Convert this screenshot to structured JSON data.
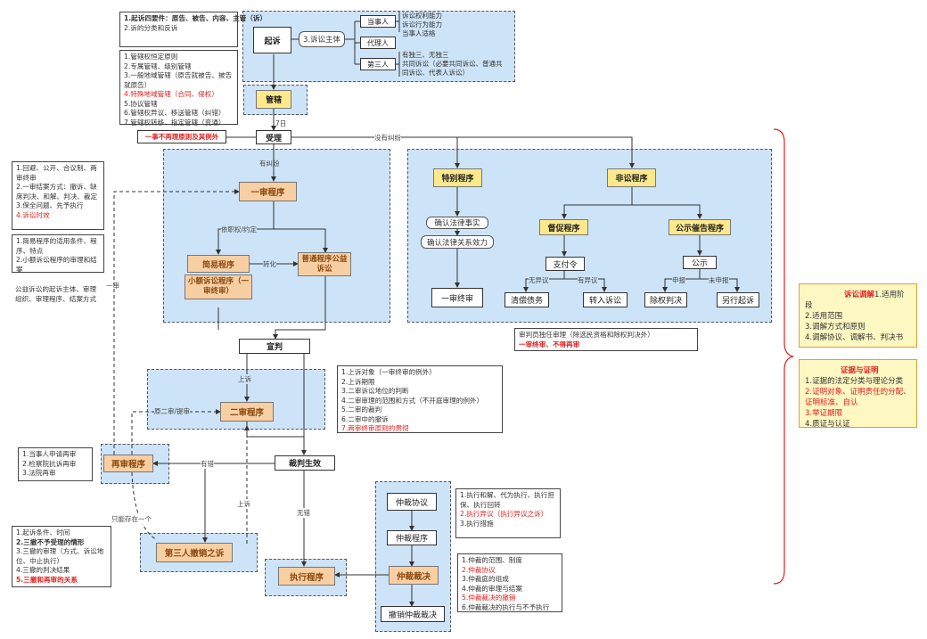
{
  "notes": {
    "n1": [
      "1.起诉四要件：原告、被告、内容、主管（诉）",
      "2.诉的分类和反诉"
    ],
    "n2": [
      "1.管辖权恒定原则",
      "2.专属管辖、级别管辖",
      "3.一般地域管辖（原告就被告、被告就原告）",
      "4.特殊地域管辖（合同、侵权）",
      "5.协议管辖",
      "6.管辖权异议、移送管辖（纠错）",
      "7.管辖权转移、指定管辖（变通）"
    ],
    "n3": [
      "1.回避、公开、合议制、两审终审",
      "2.一审结案方式：撤诉、缺席判决、和解、判决、裁定",
      "3.保全问题、先予执行",
      "4.诉讼时效"
    ],
    "n4": [
      "1.简易程序的适用条件、程序、特点",
      "2.小额诉讼程序的审理和结案"
    ],
    "n5": [
      "公益诉讼的起诉主体、审理组织、审理程序、结案方式"
    ],
    "n6": [
      "审判员独任审理（除选民资格和除权判决外）",
      "一审终审、不得再审"
    ],
    "n7": [
      "1.上诉对象（一审终审的例外）",
      "2.上诉期限",
      "3.二审诉讼地位的判断",
      "4.二审审理的范围和方式（不开庭审理的例外）",
      "5.二审的裁判",
      "6.二审中的撤诉",
      "7.两审终审原则的贯彻"
    ],
    "n8": [
      "1.当事人申请再审",
      "2.检察院抗诉再审",
      "3.法院再审"
    ],
    "n9": [
      "1.起诉条件、时间",
      "2.三撤不予受理的情形",
      "3.三撤的审理（方式、诉讼地位、中止执行）",
      "4.三撤的判决结果",
      "5.三撤和再审的关系"
    ],
    "n10": [
      "1.执行和解、代为执行、执行担保、执行回转",
      "2.执行异议（执行异议之诉）",
      "3.执行措施"
    ],
    "n11": [
      "1.仲裁的范围、制度",
      "2.仲裁协议",
      "3.仲裁庭的组成",
      "4.仲裁的审理与结案",
      "5.仲裁裁决的撤销",
      "6.仲裁裁决的执行与不予执行"
    ]
  },
  "nodes": {
    "qisu": "起诉",
    "subject": "3.诉讼主体",
    "dangshiren": "当事人",
    "dailiren": "代理人",
    "disanren": "第三人",
    "dsr_text": [
      "诉讼权利能力",
      "诉讼行为能力",
      "当事人适格"
    ],
    "dsanr_text": [
      "有独三、无独三",
      "共同诉讼（必要共同诉讼、普通共同诉讼、代表人诉讼）"
    ],
    "guanxia": "管辖",
    "shouli": "受理",
    "yishi": "一事不再理原则及其例外",
    "yishen": "一审程序",
    "jianyi": "简易程序",
    "xiaoe": "小额诉讼程序（一审终审）",
    "putong": "普通程序公益诉讼",
    "tebie": "特别程序",
    "feisong": "非讼程序",
    "querenfa": "确认法律事实",
    "querenguanxi": "确认法律关系效力",
    "yishenzhongshen": "一审终审",
    "ducu": "督促程序",
    "gongshi": "公示催告程序",
    "zhifuling": "支付令",
    "gonggao": "公示",
    "qingchang": "清偿债务",
    "zhuanru": "转入诉讼",
    "chuquan": "除权判决",
    "lingxing": "另行起诉",
    "xuanpan": "宣判",
    "ershen": "二审程序",
    "zaishen": "再审程序",
    "caipan": "裁判生效",
    "disanrenchexiao": "第三人撤销之诉",
    "zhixing": "执行程序",
    "zhongcaixieyi": "仲裁协议",
    "zhongcaichengxu": "仲裁程序",
    "zhongcaicaijue": "仲裁裁决",
    "chexiao": "撤销仲裁裁决"
  },
  "labels": {
    "qiri": "7日",
    "meiyoujiufen": "没有纠纷",
    "youjiufen": "有纠纷",
    "yizhiquan": "依职权/约定",
    "zhuanhua": "转化",
    "yishen_label": "一审",
    "shangsu1": "上诉",
    "yuanershen": "原二审/提审",
    "youcuo": "有错",
    "wucuo": "无错",
    "shangsu2": "上诉",
    "zhinengcunzai": "只能存在一个",
    "wuyiyi": "无异议",
    "youyiyi": "有异议",
    "shenbao": "申报",
    "weishenbao": "未申报"
  },
  "sidebox": {
    "b1_title": "诉讼调解",
    "b1_lines": [
      "1.适用阶段",
      "2.适用范围",
      "3.调解方式和原则",
      "4.调解协议、调解书、判决书"
    ],
    "b2_title": "证据与证明",
    "b2_lines": [
      "1.证据的法定分类与理论分类",
      "2.证明对象、证明责任的分配、证明标准、自认",
      "3.举证期限",
      "4.质证与认证"
    ]
  }
}
